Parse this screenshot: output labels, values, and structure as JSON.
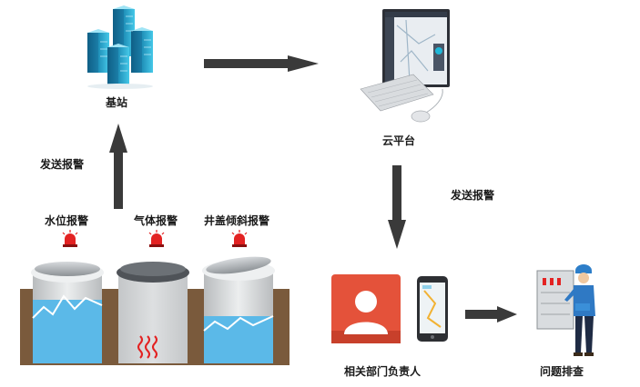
{
  "nodes": {
    "base_station": "基站",
    "cloud_platform": "云平台",
    "responsible_person": "相关部门负责人",
    "troubleshooting": "问题排查"
  },
  "alarms": {
    "water_level": "水位报警",
    "gas": "气体报警",
    "cover_tilt": "井盖倾斜报警"
  },
  "edges": {
    "send_alarm_left": "发送报警",
    "send_alarm_right": "发送报警"
  },
  "colors": {
    "arrow": "#3a3a3a",
    "water": "#5bb9e8",
    "siren": "#e32222",
    "server": "#2bb3d6",
    "contact_card": "#e4523a",
    "soil": "#7a5a3c"
  }
}
